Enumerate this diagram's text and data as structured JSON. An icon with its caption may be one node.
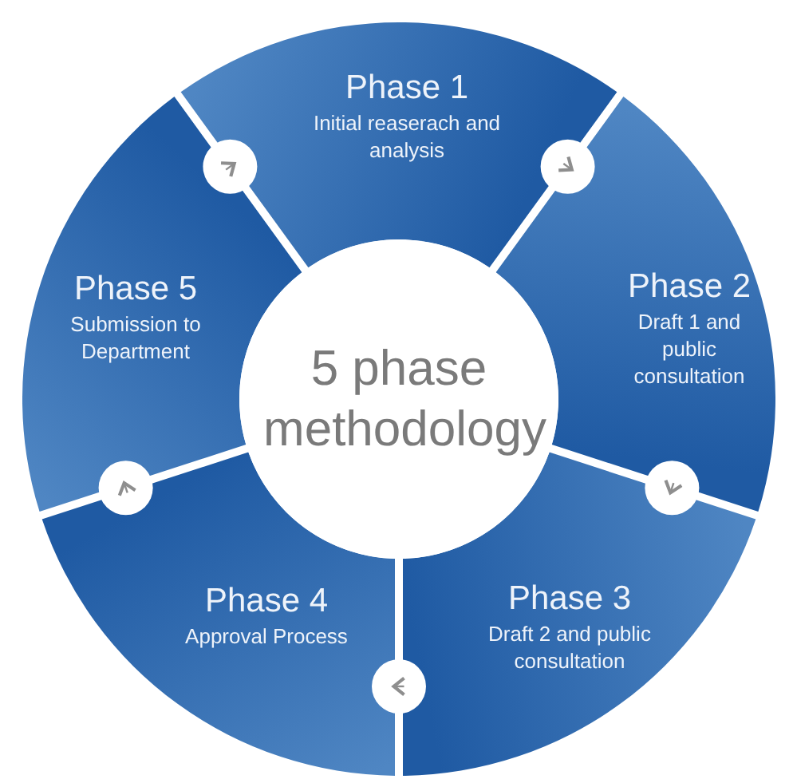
{
  "diagram": {
    "nodes": [
      {
        "text": [
          "5 phase methodology"
        ]
      },
      {
        "text": [
          "Phase 1",
          "Initial reaserach and analysis"
        ]
      },
      {
        "text": [
          "Phase 2",
          "Draft 1 and public consultation"
        ]
      },
      {
        "text": [
          "Phase 3",
          "Draft 2 and public consultation"
        ]
      },
      {
        "text": [
          "Phase 4",
          "Approval Process"
        ]
      },
      {
        "text": [
          "Phase 5",
          "Submission to Department"
        ]
      }
    ],
    "edges": [
      {
        "from": 1,
        "to": 2,
        "arrow": "to"
      },
      {
        "from": 2,
        "to": 3,
        "arrow": "to"
      },
      {
        "from": 3,
        "to": 4,
        "arrow": "to"
      },
      {
        "from": 4,
        "to": 5,
        "arrow": "to"
      },
      {
        "from": 5,
        "to": 1,
        "arrow": "to"
      }
    ]
  }
}
